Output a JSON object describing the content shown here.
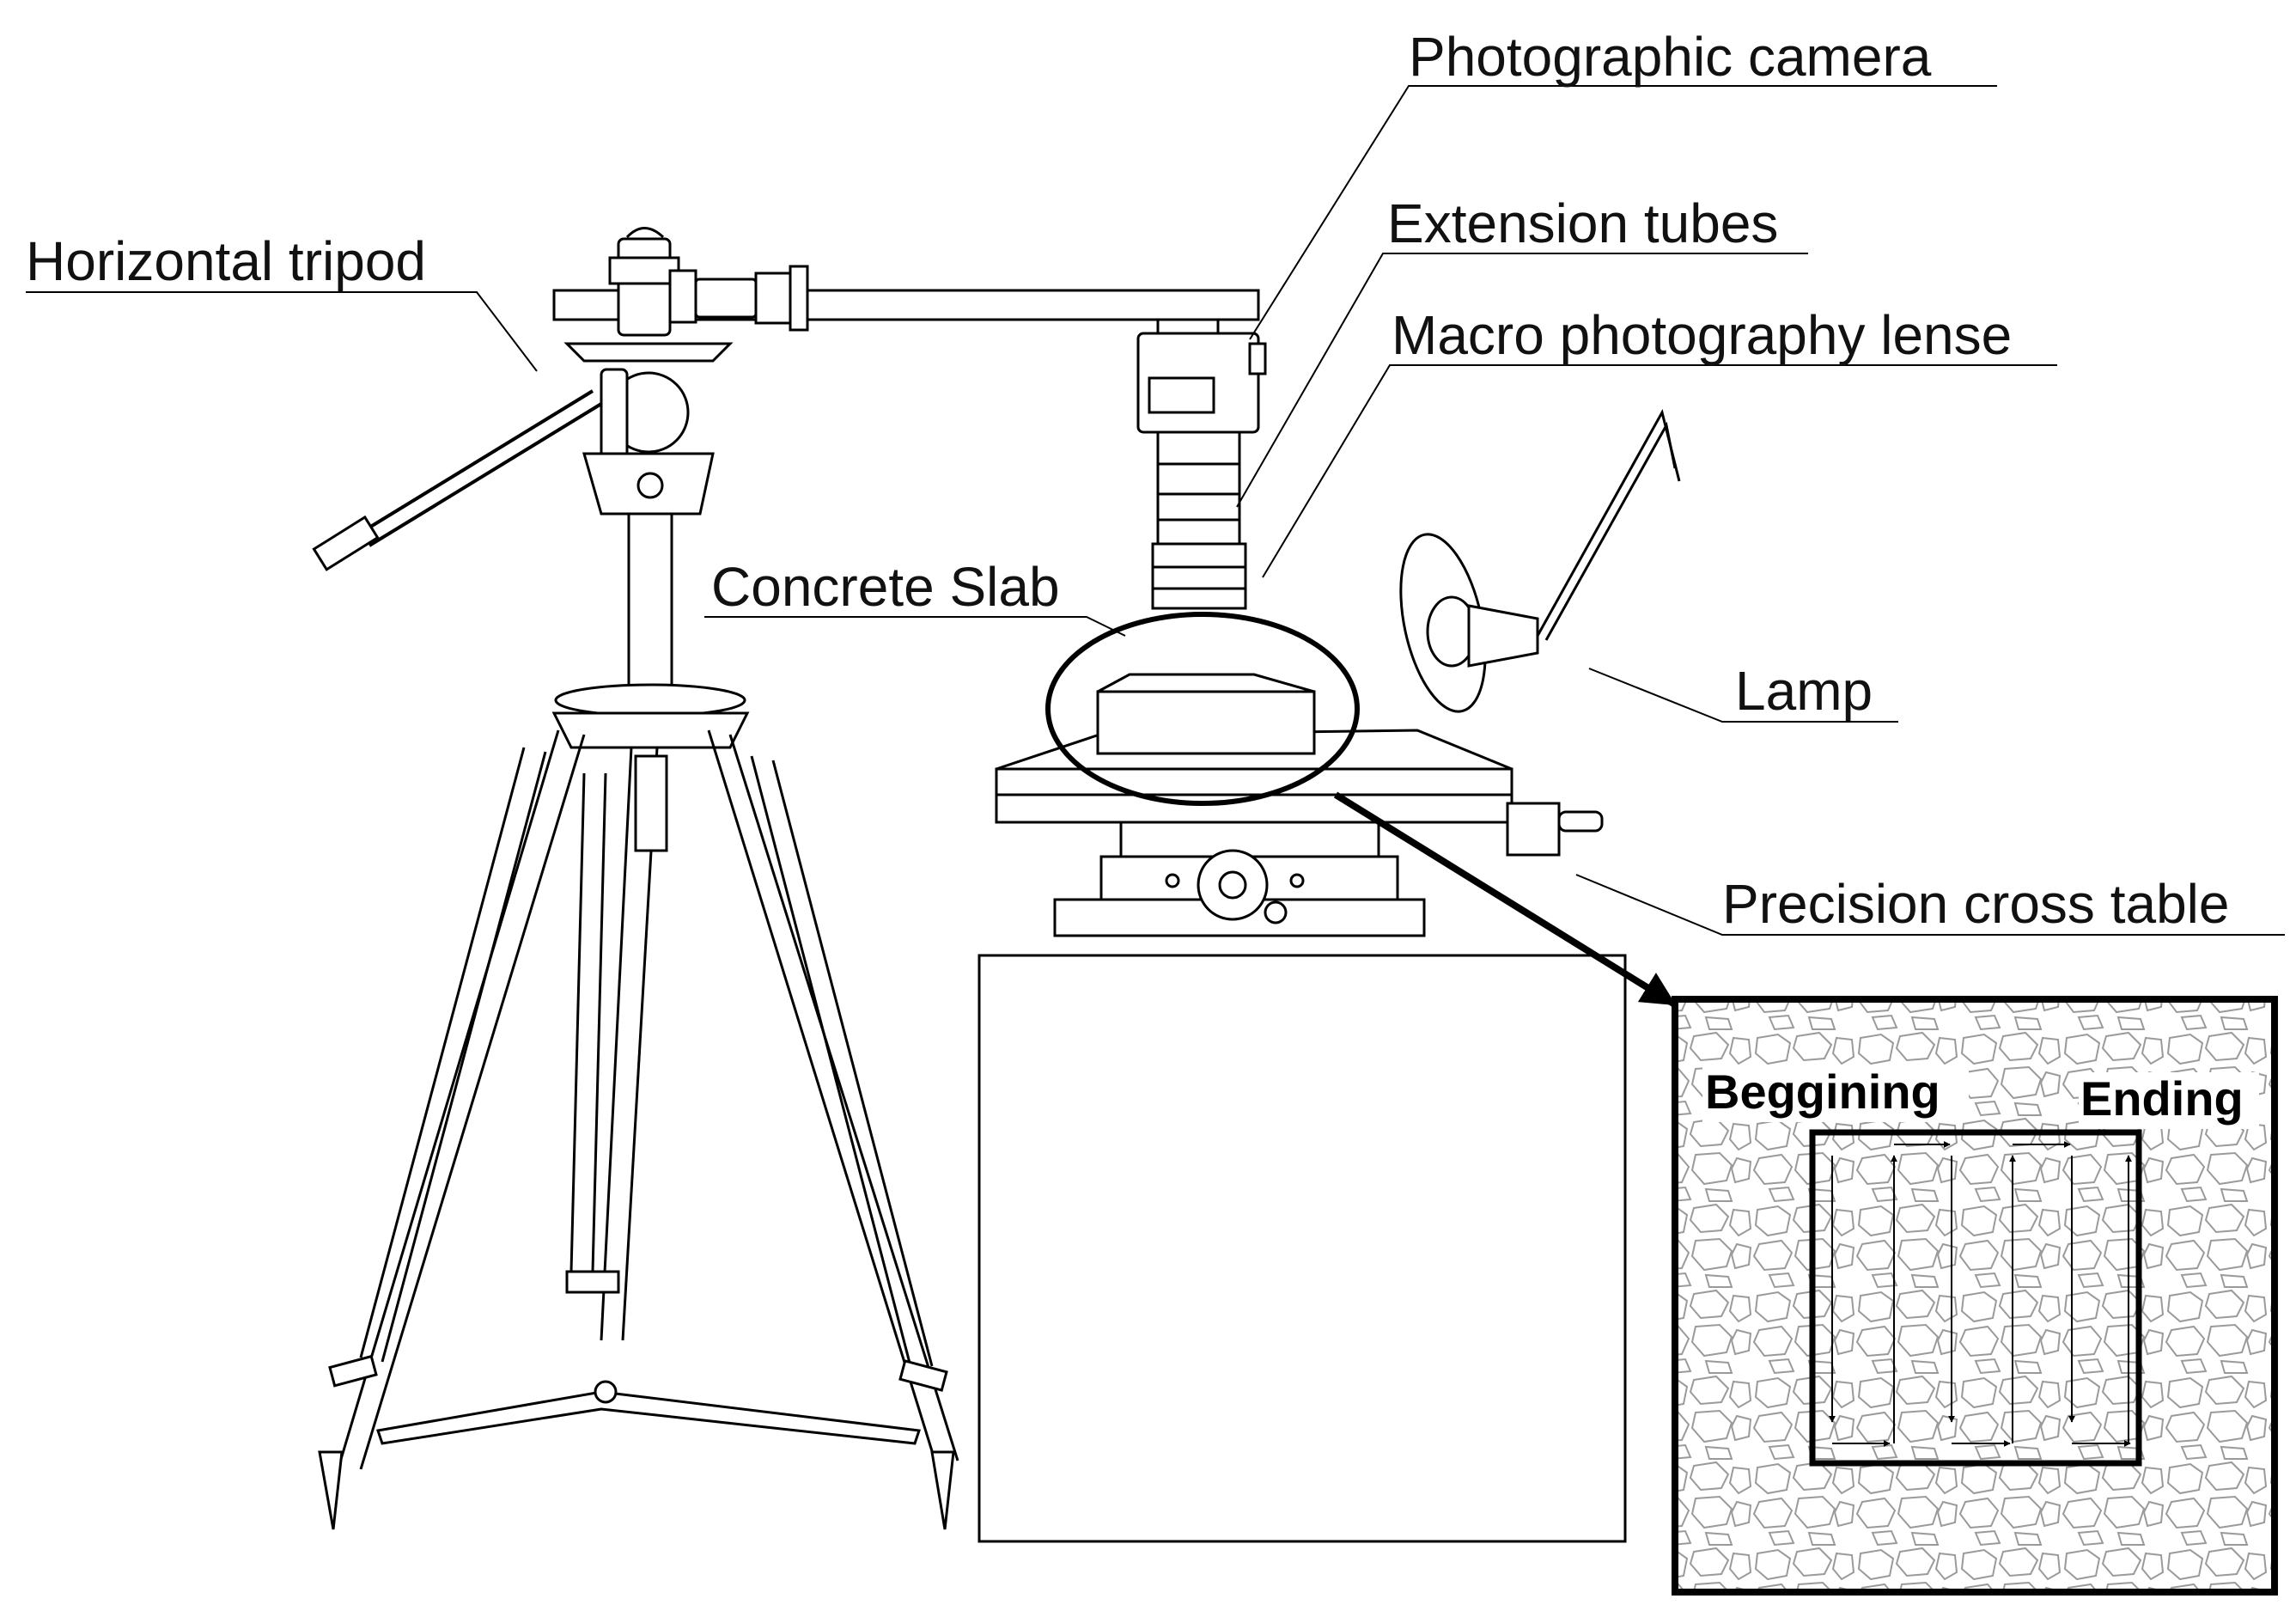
{
  "diagram": {
    "labels": {
      "photographic_camera": "Photographic camera",
      "extension_tubes": "Extension tubes",
      "macro_lens": "Macro photography lense",
      "horizontal_tripod": "Horizontal tripod",
      "concrete_slab": "Concrete Slab",
      "lamp": "Lamp",
      "precision_cross_table": "Precision cross table"
    },
    "inset": {
      "start_label": "Beggining",
      "end_label": "Ending"
    }
  }
}
